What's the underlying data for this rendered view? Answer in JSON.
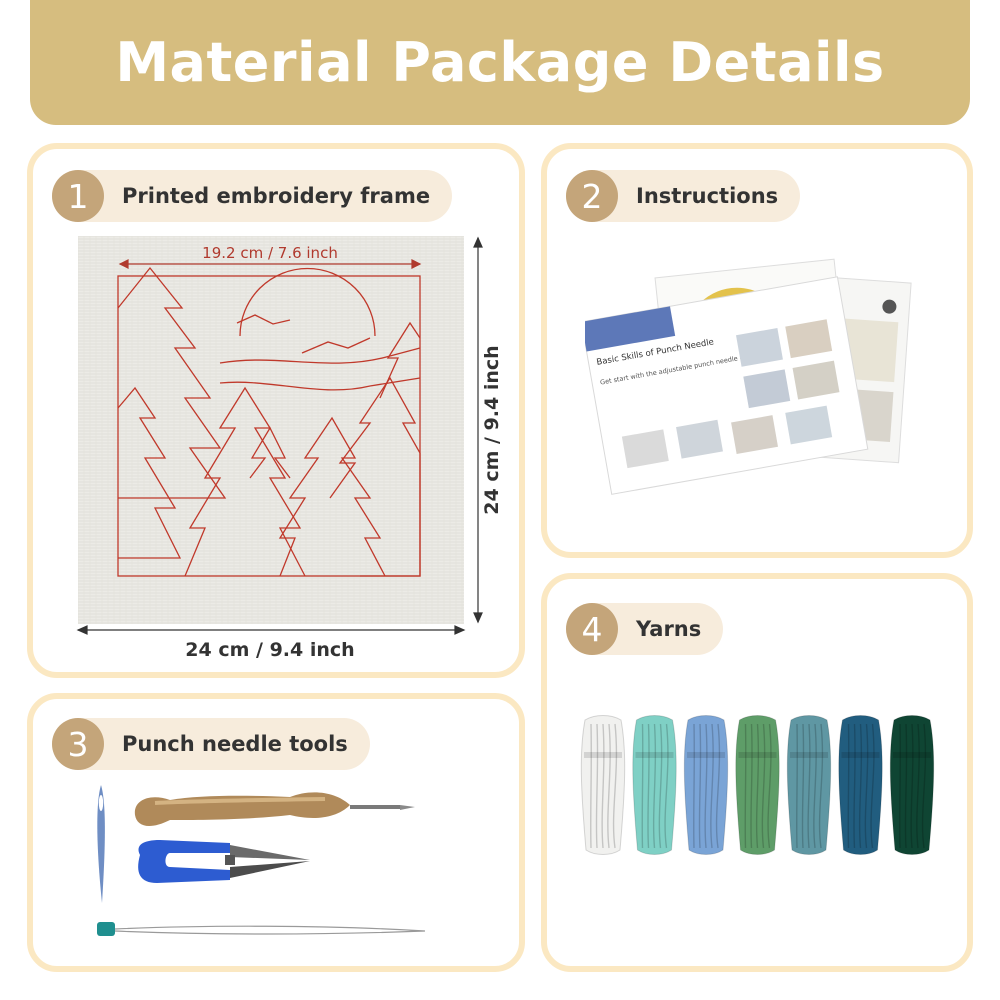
{
  "header": {
    "title": "Material Package Details"
  },
  "sections": [
    {
      "number": "1",
      "label": "Printed embroidery frame"
    },
    {
      "number": "2",
      "label": "Instructions"
    },
    {
      "number": "3",
      "label": "Punch needle tools"
    },
    {
      "number": "4",
      "label": "Yarns"
    }
  ],
  "frame": {
    "inner_width_label": "19.2 cm / 7.6 inch",
    "height_label": "24 cm / 9.4 inch",
    "width_label": "24 cm / 9.4 inch"
  },
  "instructions_sheet": {
    "heading": "Basic Skills of Punch Needle",
    "subheading": "Get start with the adjustable punch needle pen"
  },
  "yarn_colors": [
    "#f1f1ef",
    "#7fd0c5",
    "#7aa4d6",
    "#5e9d68",
    "#5f97a3",
    "#215d7f",
    "#0f4533"
  ],
  "colors": {
    "banner": "#d6bd7f",
    "card_border": "#fbe8c2",
    "badge": "#c4a57a",
    "pill": "#f7ecdc",
    "frame_line": "#c0392b"
  }
}
